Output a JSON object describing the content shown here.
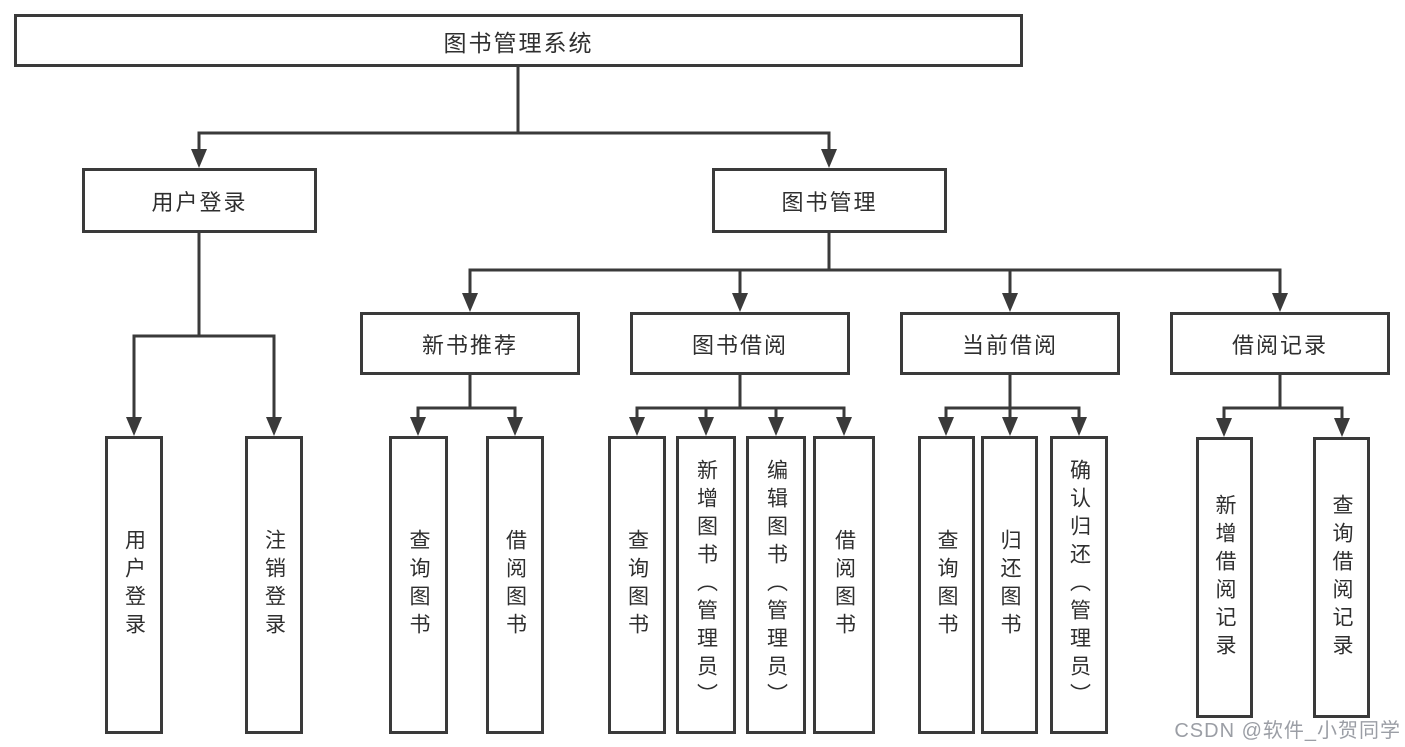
{
  "diagram": {
    "tree": {
      "label": "图书管理系统",
      "children": [
        {
          "label": "用户登录",
          "children": [
            {
              "label": "用户登录"
            },
            {
              "label": "注销登录"
            }
          ]
        },
        {
          "label": "图书管理",
          "children": [
            {
              "label": "新书推荐",
              "children": [
                {
                  "label": "查询图书"
                },
                {
                  "label": "借阅图书"
                }
              ]
            },
            {
              "label": "图书借阅",
              "children": [
                {
                  "label": "查询图书"
                },
                {
                  "label": "新增图书（管理员）"
                },
                {
                  "label": "编辑图书（管理员）"
                },
                {
                  "label": "借阅图书"
                }
              ]
            },
            {
              "label": "当前借阅",
              "children": [
                {
                  "label": "查询图书"
                },
                {
                  "label": "归还图书"
                },
                {
                  "label": "确认归还（管理员）"
                }
              ]
            },
            {
              "label": "借阅记录",
              "children": [
                {
                  "label": "新增借阅记录"
                },
                {
                  "label": "查询借阅记录"
                }
              ]
            }
          ]
        }
      ]
    }
  },
  "watermark": {
    "text": "CSDN @软件_小贺同学"
  },
  "colors": {
    "line": "#3a3a3a",
    "box_border": "#3a3a3a",
    "text": "#2f2f2f",
    "watermark": "#9b9ea5",
    "background": "#ffffff"
  }
}
